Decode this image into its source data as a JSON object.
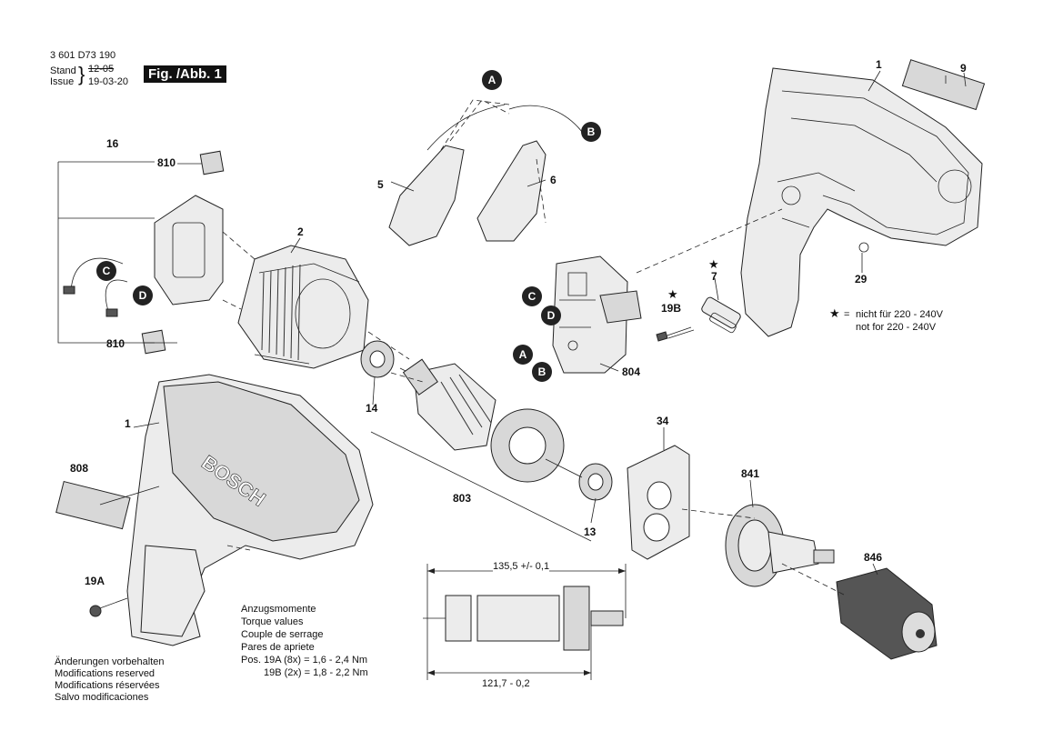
{
  "header": {
    "doc_number": "3 601 D73 190",
    "stand_label": "Stand",
    "stand_value": "12-05",
    "issue_label": "Issue",
    "issue_value": "19-03-20",
    "figure_label": "Fig. /Abb. 1"
  },
  "part_labels": {
    "p1_top": "1",
    "p9": "9",
    "p29": "29",
    "p7": "7",
    "p19b": "19B",
    "p804": "804",
    "p5": "5",
    "p6": "6",
    "p16": "16",
    "p810_top": "810",
    "p810_bottom": "810",
    "p2": "2",
    "p14": "14",
    "p1_left": "1",
    "p808": "808",
    "p803": "803",
    "p13": "13",
    "p34": "34",
    "p841": "841",
    "p846": "846",
    "p19a": "19A"
  },
  "connector_markers": [
    "A",
    "B",
    "C",
    "D"
  ],
  "note": {
    "symbol": "★",
    "line1_prefix": "=",
    "line1": "nicht für  220 - 240V",
    "line2": "not for   220 - 240V"
  },
  "dimensions": {
    "top": "135,5 +/- 0,1",
    "bottom": "121,7 - 0,2"
  },
  "torque": {
    "lines": [
      "Anzugsmomente",
      "Torque values",
      "Couple de serrage",
      "Pares de apriete"
    ],
    "pos19a": "Pos. 19A (8x)  =  1,6  -  2,4 Nm",
    "pos19b": "19B (2x)  =  1,8  -  2,2 Nm"
  },
  "disclaimer": [
    "Änderungen vorbehalten",
    "Modifications reserved",
    "Modifications réservées",
    "Salvo modificaciones"
  ],
  "brand_on_housing": "BOSCH"
}
